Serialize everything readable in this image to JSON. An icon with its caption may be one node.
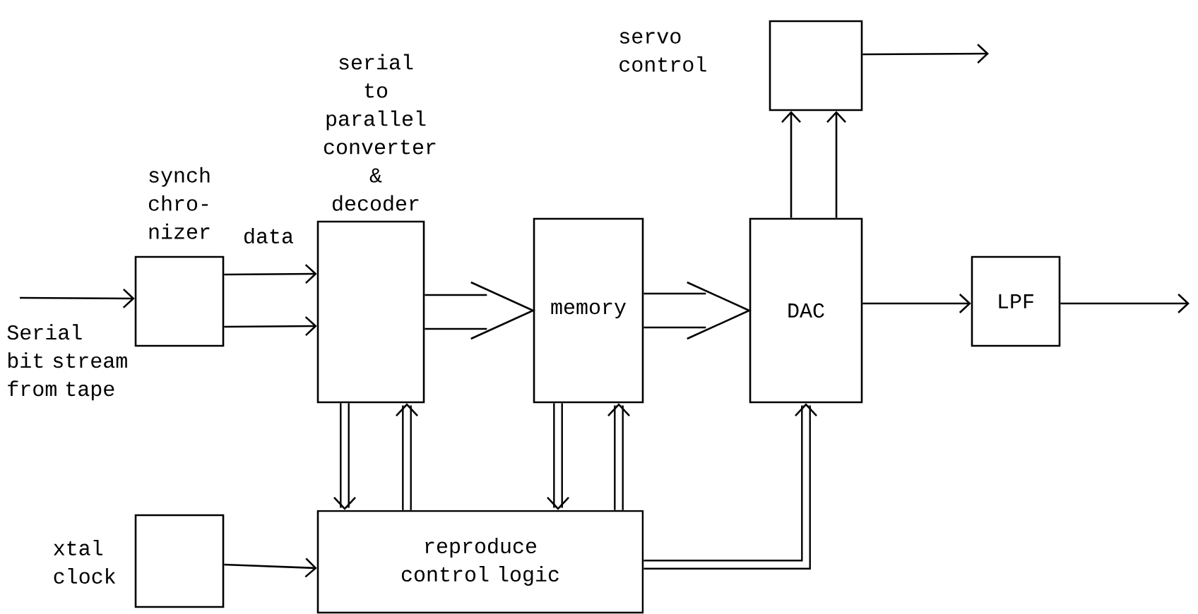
{
  "diagram": {
    "nodes": [
      {
        "text": [
          "synch chro- nizer"
        ]
      },
      {
        "text": [
          "serial to parallel converter & decoder"
        ]
      },
      {
        "text": [
          "memory"
        ]
      },
      {
        "text": [
          "DAC"
        ]
      },
      {
        "text": [
          "servo control"
        ]
      },
      {
        "text": [
          "LPF"
        ]
      },
      {
        "text": [
          "xtal clock"
        ]
      },
      {
        "text": [
          "reproduce control logic"
        ]
      }
    ],
    "edges": [
      {
        "from": null,
        "to": 0,
        "arrow": "to"
      },
      {
        "from": 0,
        "to": 1,
        "arrow": "to",
        "label": "data"
      },
      {
        "from": 0,
        "to": 1,
        "arrow": "to"
      },
      {
        "from": 1,
        "to": 2,
        "arrow": "to"
      },
      {
        "from": 2,
        "to": 3,
        "arrow": "to"
      },
      {
        "from": 1,
        "to": 7,
        "arrow": "to",
        "style": "thick"
      },
      {
        "from": 7,
        "to": 1,
        "arrow": "to",
        "style": "thick"
      },
      {
        "from": 2,
        "to": 7,
        "arrow": "to",
        "style": "thick"
      },
      {
        "from": 7,
        "to": 2,
        "arrow": "to",
        "style": "thick"
      },
      {
        "from": 7,
        "to": 3,
        "arrow": "to",
        "style": "thick"
      },
      {
        "from": 3,
        "to": 4,
        "arrow": "to"
      },
      {
        "from": 3,
        "to": 4,
        "arrow": "to"
      },
      {
        "from": 4,
        "to": null,
        "arrow": "to"
      },
      {
        "from": 3,
        "to": 5,
        "arrow": "to"
      },
      {
        "from": 5,
        "to": null,
        "arrow": "to"
      },
      {
        "from": 6,
        "to": 7,
        "arrow": "to"
      }
    ],
    "labels": [
      "Serial bit stream from tape"
    ]
  }
}
